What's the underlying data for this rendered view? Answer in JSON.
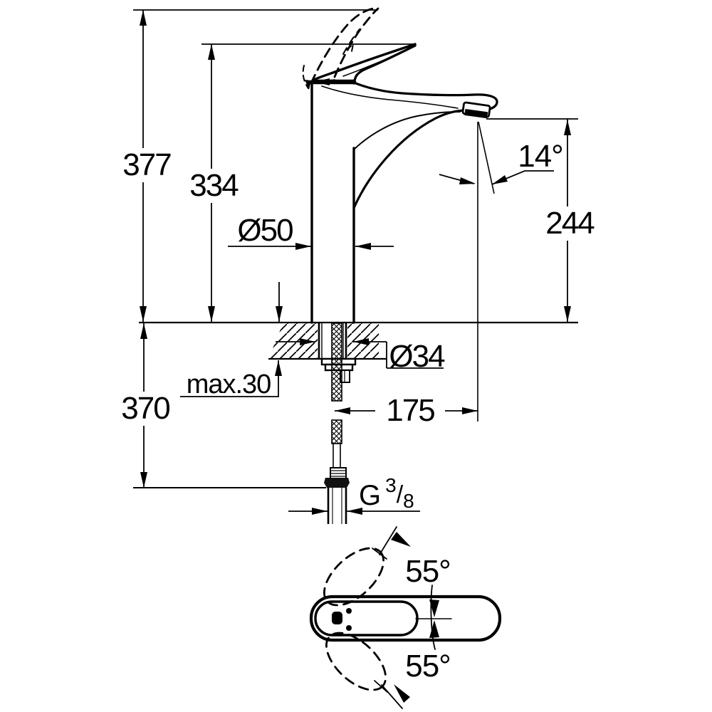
{
  "drawing": {
    "description": "faucet-installation-dimension-drawing",
    "colors": {
      "line": "#000000",
      "background": "#ffffff"
    },
    "labels": {
      "total_height": "377",
      "lever_height": "334",
      "body_diameter": "Ø50",
      "spout_angle": "14°",
      "outlet_height": "244",
      "hole_diameter": "Ø34",
      "max_mounting_thickness": "max.30",
      "hose_length": "370",
      "spout_reach": "175",
      "swivel_angle_top": "55°",
      "swivel_angle_bottom": "55°",
      "thread_letter": "G",
      "thread_numerator": "3",
      "thread_slash": "/",
      "thread_denominator": "8"
    }
  }
}
